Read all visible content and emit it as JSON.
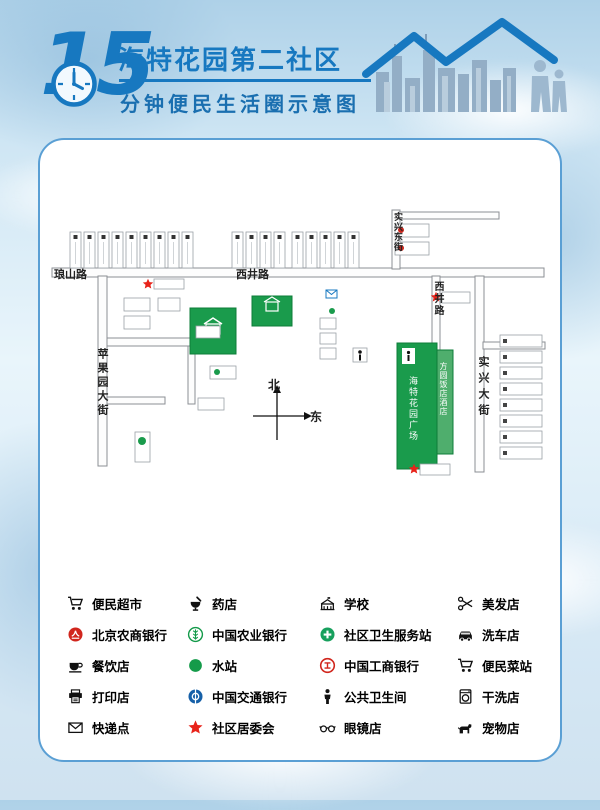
{
  "header": {
    "big_number": "15",
    "title": "海特花园第二社区",
    "subtitle": "分钟便民生活圈示意图"
  },
  "map": {
    "roads": {
      "langshan": "琅山路",
      "xijing_h": "西井路",
      "xijing_v": "西井路",
      "pingguoyuan": "苹果园大街",
      "shixing": "实兴大街",
      "shixing_east": "实兴东街"
    },
    "compass": {
      "north": "北",
      "east": "东"
    },
    "buildings": {
      "plaza": "海特花园广场",
      "hotel": "方圆饭店酒店"
    }
  },
  "legend": {
    "items": [
      {
        "label": "便民超市",
        "icon": "cart-icon"
      },
      {
        "label": "药店",
        "icon": "pharmacy-icon"
      },
      {
        "label": "学校",
        "icon": "school-icon"
      },
      {
        "label": "美发店",
        "icon": "scissors-icon"
      },
      {
        "label": "北京农商银行",
        "icon": "rural-bank-icon"
      },
      {
        "label": "中国农业银行",
        "icon": "agri-bank-icon"
      },
      {
        "label": "社区卫生服务站",
        "icon": "health-station-icon"
      },
      {
        "label": "洗车店",
        "icon": "car-icon"
      },
      {
        "label": "餐饮店",
        "icon": "dining-icon"
      },
      {
        "label": "水站",
        "icon": "water-dot-icon"
      },
      {
        "label": "中国工商银行",
        "icon": "icbc-icon"
      },
      {
        "label": "便民菜站",
        "icon": "veg-cart-icon"
      },
      {
        "label": "打印店",
        "icon": "printer-icon"
      },
      {
        "label": "中国交通银行",
        "icon": "bocom-icon"
      },
      {
        "label": "公共卫生间",
        "icon": "toilet-person-icon"
      },
      {
        "label": "干洗店",
        "icon": "dry-clean-icon"
      },
      {
        "label": "快递点",
        "icon": "envelope-icon"
      },
      {
        "label": "社区居委会",
        "icon": "star-icon"
      },
      {
        "label": "眼镜店",
        "icon": "glasses-icon"
      },
      {
        "label": "宠物店",
        "icon": "dog-icon"
      }
    ]
  }
}
